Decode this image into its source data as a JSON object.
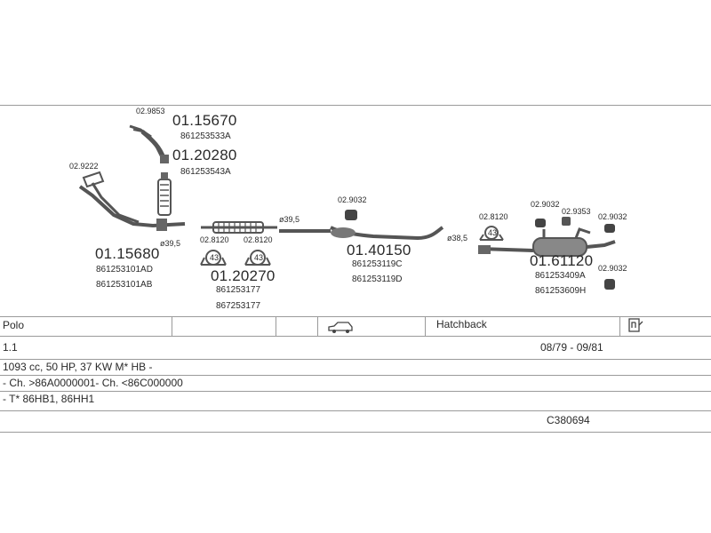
{
  "colors": {
    "line": "#9a9a9a",
    "ink": "#2a2a2a",
    "part": "#555555"
  },
  "labels": {
    "c_029853": "02.9853",
    "p_0115670": "01.15670",
    "oem_861253533A": "861253533A",
    "p_0120280": "01.20280",
    "oem_861253543A": "861253543A",
    "c_029222": "02.9222",
    "dia_395a": "ø39,5",
    "p_0115680": "01.15680",
    "oem_861253101AD": "861253101AD",
    "oem_861253101AB": "861253101AB",
    "c_028120a": "02.8120",
    "c_028120b": "02.8120",
    "p_0120270": "01.20270",
    "oem_861253177": "861253177",
    "oem_867253177": "867253177",
    "dia_395b": "ø39,5",
    "c_029032a": "02.9032",
    "p_0140150": "01.40150",
    "oem_861253119C": "861253119C",
    "oem_861253119D": "861253119D",
    "dia_385": "ø38,5",
    "c_028120c": "02.8120",
    "c_029032b": "02.9032",
    "c_029353": "02.9353",
    "c_029032c": "02.9032",
    "p_0161120": "01.61120",
    "oem_861253409A": "861253409A",
    "oem_861253609H": "861253609H",
    "c_029032d": "02.9032",
    "clamp_43": "43"
  },
  "vehicle": {
    "model": "Polo",
    "body_type": "Hatchback",
    "engine": "1.1",
    "period": "08/79 - 09/81",
    "spec": "1093 cc, 50 HP, 37 KW M* HB -",
    "chassis": "- Ch. >86A0000001- Ch. <86C000000",
    "engine_codes": "- T* 86HB1, 86HH1",
    "catalog_code": "C380694"
  },
  "icons": {
    "car": "car-side-icon",
    "gearbox": "manual-gearbox-icon"
  }
}
